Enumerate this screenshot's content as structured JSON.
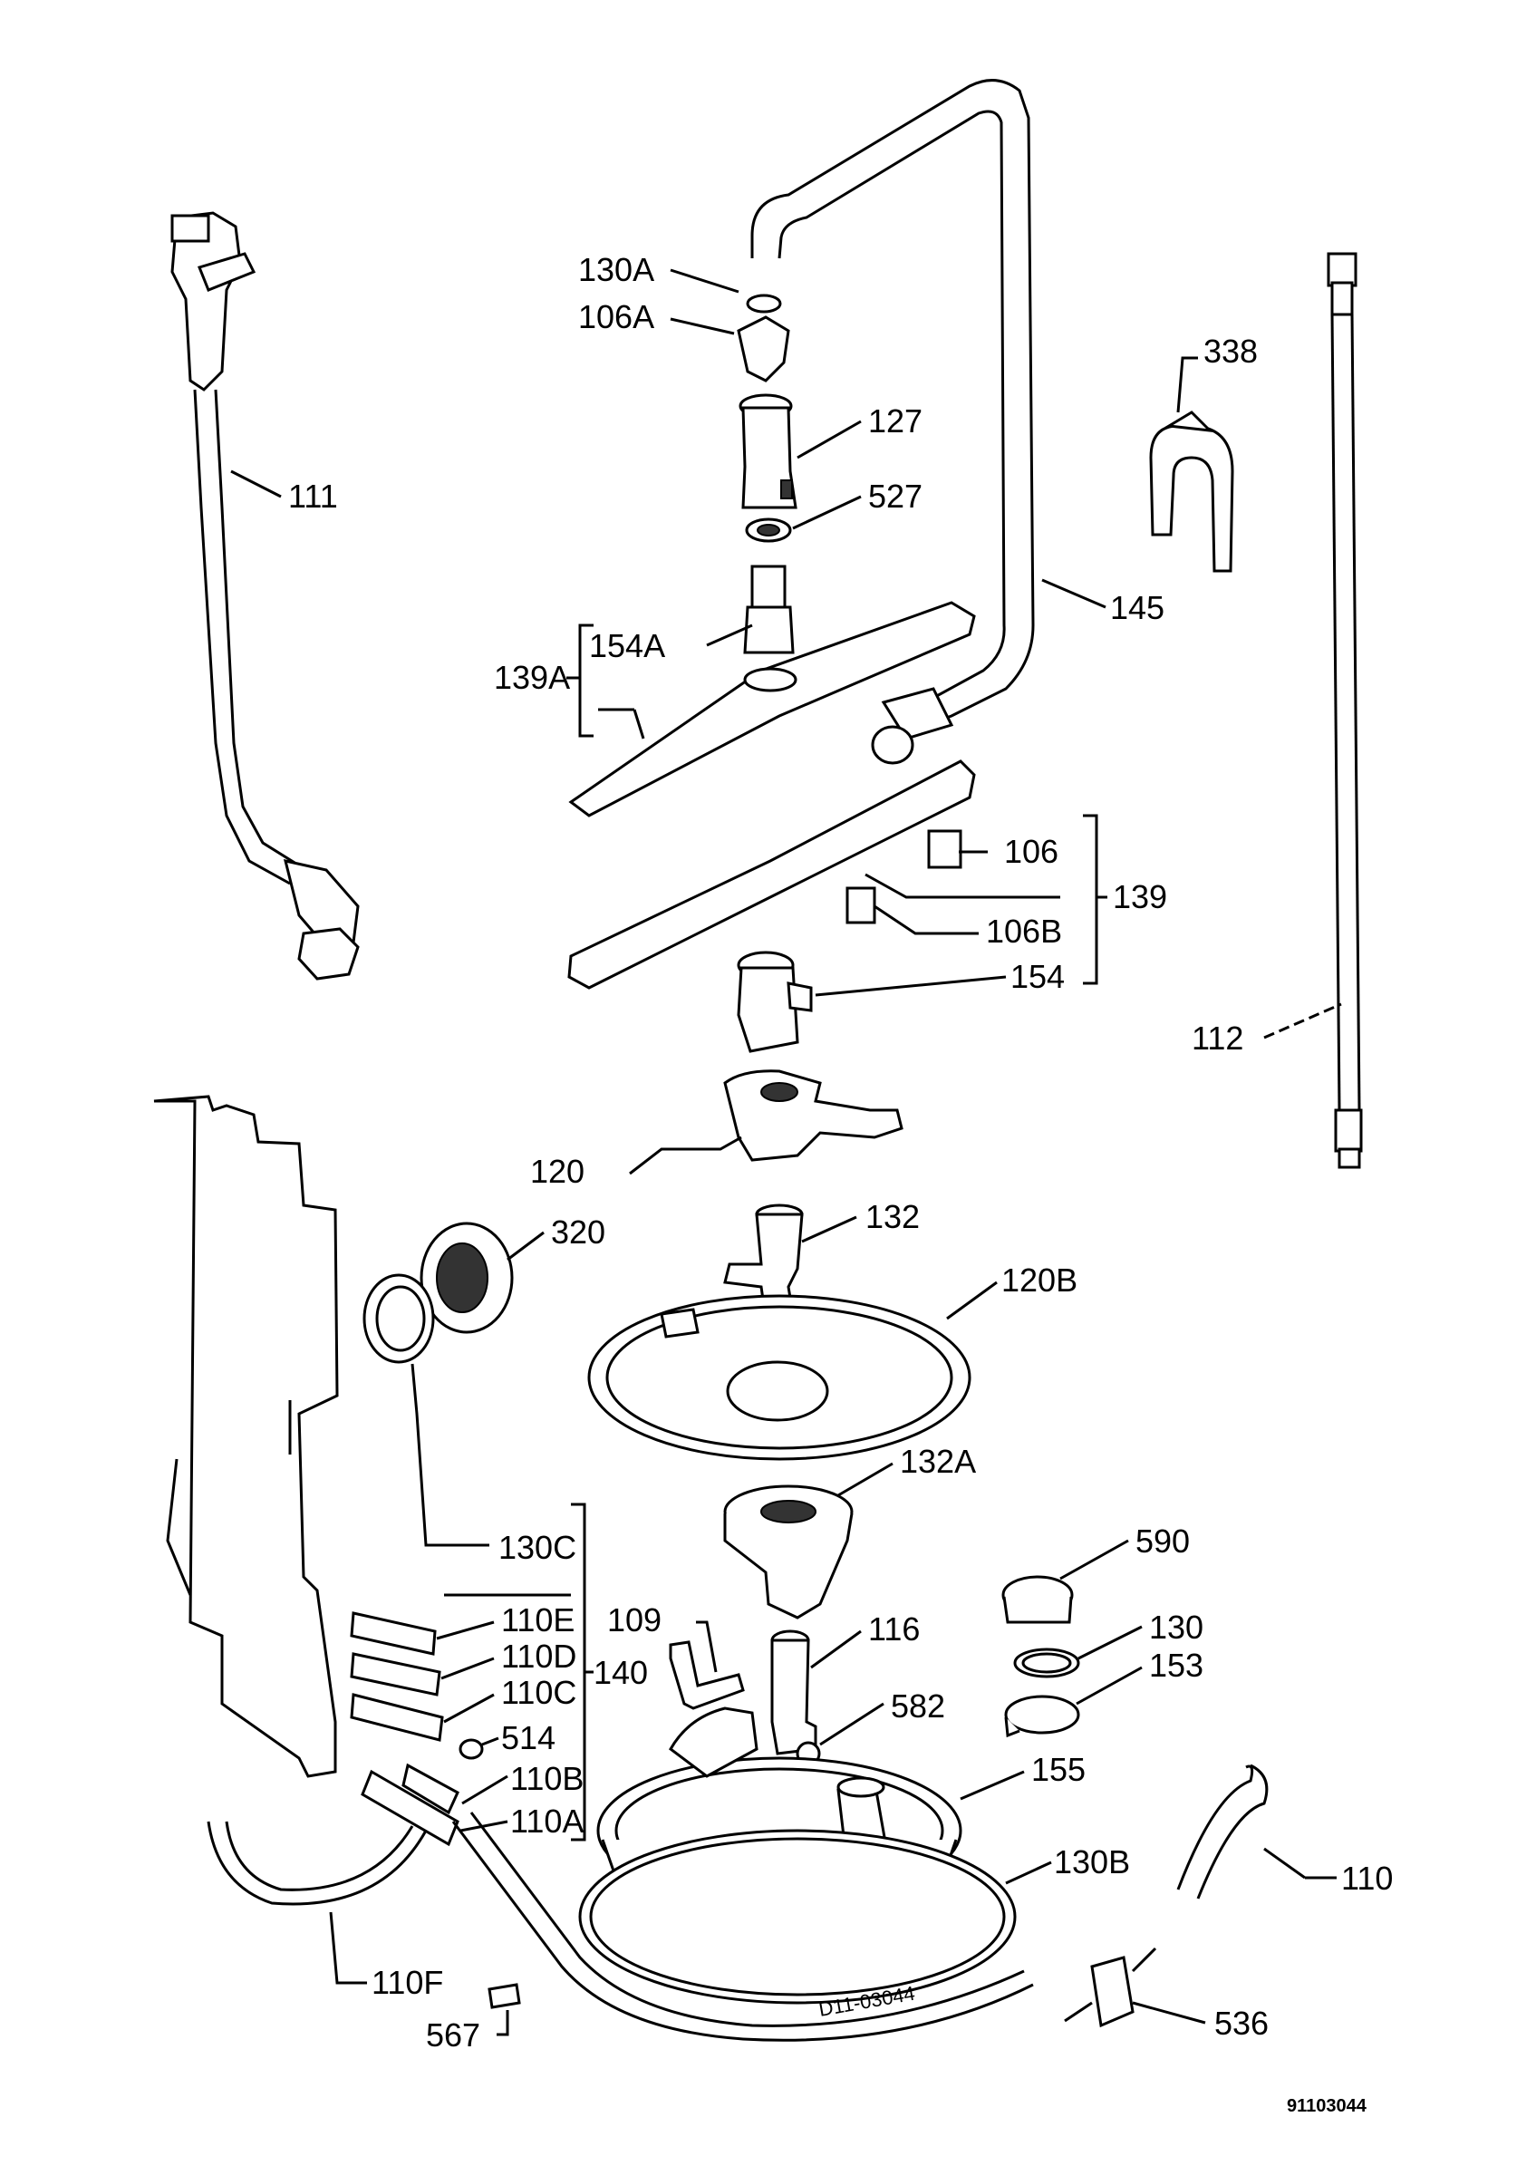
{
  "labels": {
    "l111": "111",
    "l112": "112",
    "l130A": "130A",
    "l106A": "106A",
    "l127": "127",
    "l527": "527",
    "l338": "338",
    "l145": "145",
    "l139A": "139A",
    "l154A": "154A",
    "l106": "106",
    "l139": "139",
    "l106B": "106B",
    "l154": "154",
    "l120": "120",
    "l320": "320",
    "l132": "132",
    "l120B": "120B",
    "l132A": "132A",
    "l130C": "130C",
    "l590": "590",
    "l109": "109",
    "l116": "116",
    "l130": "130",
    "l110E": "110E",
    "l110D": "110D",
    "l153": "153",
    "l140": "140",
    "l110C": "110C",
    "l582": "582",
    "l514": "514",
    "l110B": "110B",
    "l155": "155",
    "l110A": "110A",
    "l130B": "130B",
    "l110": "110",
    "l110F": "110F",
    "l536": "536",
    "l567": "567"
  },
  "handwritten_code": "D11-03044",
  "drawing_number": "91103044"
}
